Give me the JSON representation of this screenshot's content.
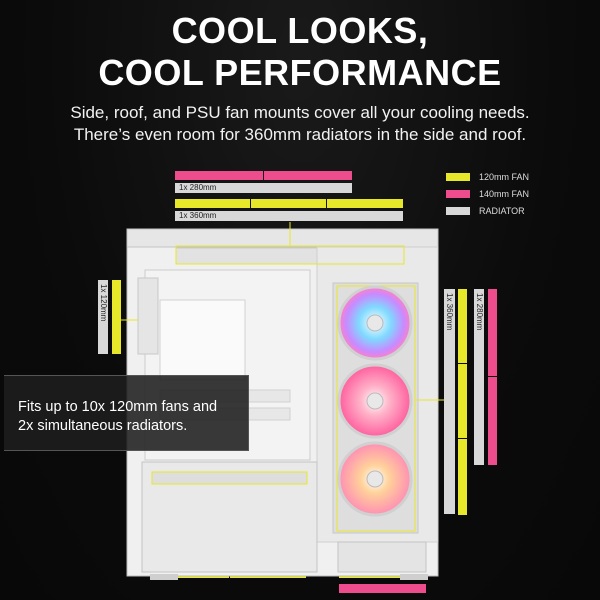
{
  "headline": {
    "line1": "COOL LOOKS,",
    "line2": "COOL PERFORMANCE"
  },
  "subline": {
    "line1": "Side, roof, and PSU fan mounts cover all your cooling needs.",
    "line2": "There’s even room for 360mm radiators in the side and roof."
  },
  "legend": [
    {
      "label": "120mm FAN",
      "color": "#e8e82a"
    },
    {
      "label": "140mm FAN",
      "color": "#ee4d8d"
    },
    {
      "label": "RADIATOR",
      "color": "#d8d8d8"
    }
  ],
  "tags": {
    "roof_280": "1x 280mm",
    "roof_360": "1x 360mm",
    "rear_120": "1x 120mm",
    "side_360": "1x 360mm",
    "side_280": "1x 280mm"
  },
  "callout": {
    "line1": "Fits up to 10x 120mm fans and",
    "line2": "2x simultaneous radiators."
  },
  "colors": {
    "yellow": "#e8e82a",
    "pink": "#ee4d8d",
    "gray": "#d8d8d8",
    "background": "#0d0d0d"
  },
  "icons": [
    "case-illustration",
    "rgb-fan-icon"
  ]
}
